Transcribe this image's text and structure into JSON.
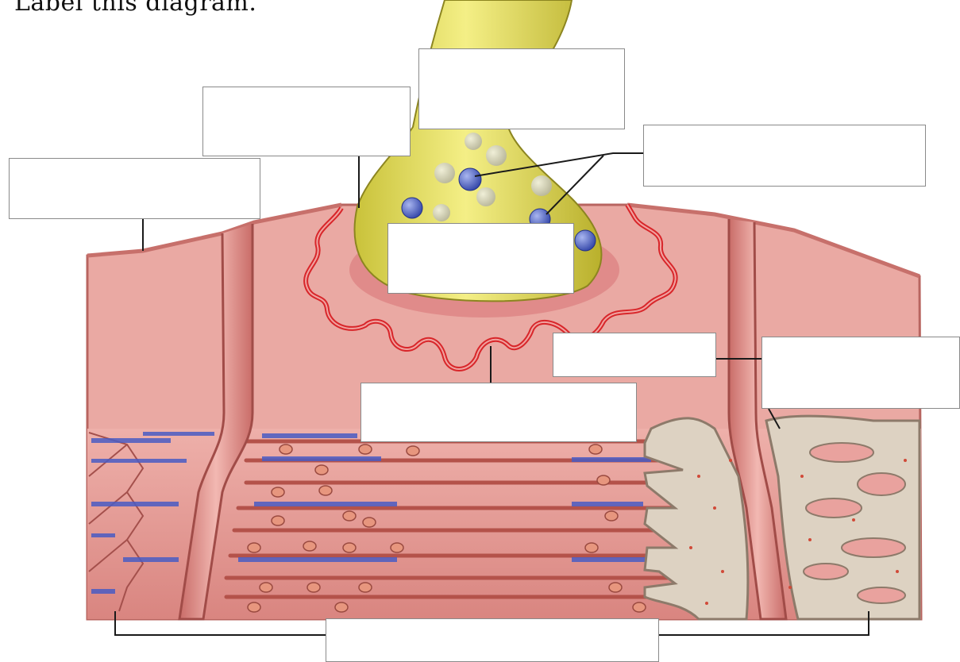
{
  "prompt": "Label this diagram.",
  "label_boxes": [
    {
      "id": "box-top-center",
      "text": ""
    },
    {
      "id": "box-upper-left",
      "text": ""
    },
    {
      "id": "box-far-left",
      "text": ""
    },
    {
      "id": "box-right-top",
      "text": ""
    },
    {
      "id": "box-terminal-center",
      "text": ""
    },
    {
      "id": "box-mid-right",
      "text": ""
    },
    {
      "id": "box-far-right",
      "text": ""
    },
    {
      "id": "box-middle",
      "text": ""
    },
    {
      "id": "box-bottom",
      "text": ""
    }
  ],
  "colors": {
    "muscle": "#e9a29e",
    "muscle_dark": "#b85a58",
    "membrane_fold": "#d8262a",
    "axon": "#e6df58",
    "vesicle_blue": "#4a5cc4",
    "vesicle_ghost": "#c9c8a8",
    "myofibril": "#c0584e",
    "sarcoplasmic": "#d9cfc0"
  }
}
